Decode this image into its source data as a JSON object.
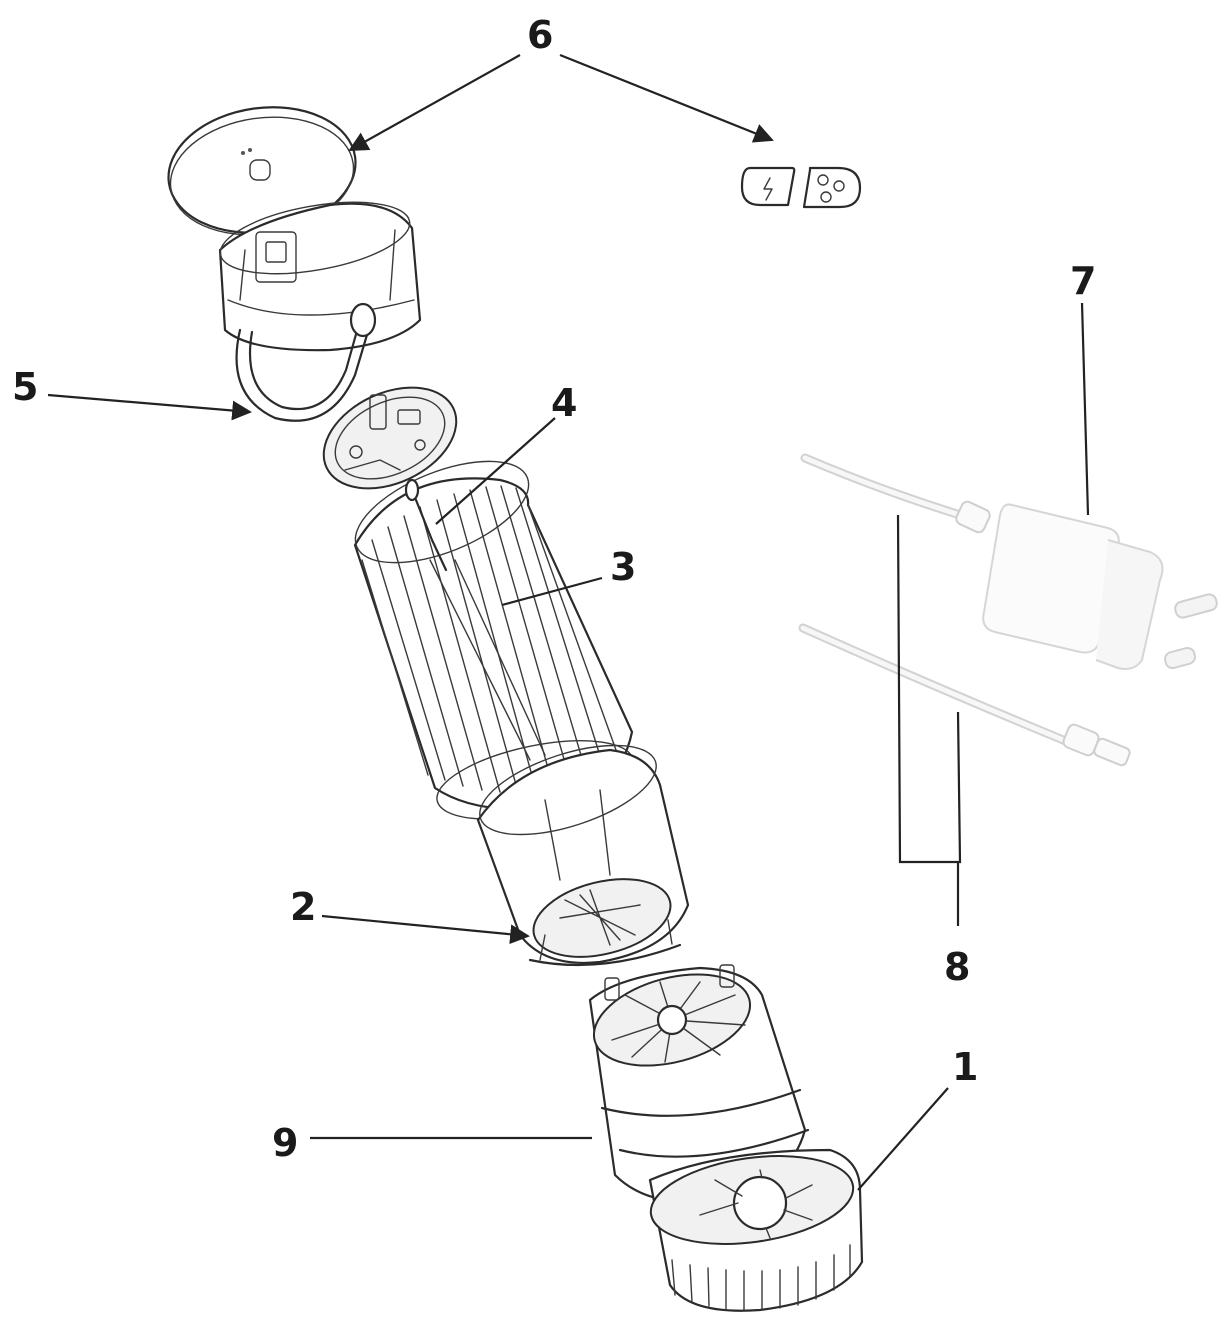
{
  "callouts": {
    "c1": "1",
    "c2": "2",
    "c3": "3",
    "c4": "4",
    "c5": "5",
    "c6": "6",
    "c7": "7",
    "c8": "8",
    "c9": "9"
  },
  "icons": {
    "button_left": "lightning-icon",
    "button_right": "fan-icon"
  },
  "colors": {
    "line": "#2b2b2b",
    "cable": "#d2d2d2",
    "background": "#ffffff"
  }
}
